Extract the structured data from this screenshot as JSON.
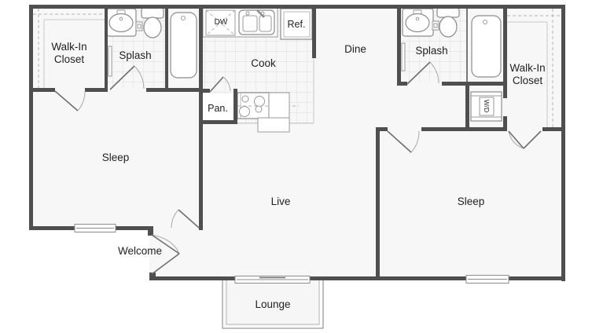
{
  "plan": {
    "type": "apartment-floor-plan",
    "colors": {
      "wall": "#4f4f4f",
      "floor": "#f7f7f7",
      "tile_line": "#dcdcdc",
      "fixture_line": "#8c8c8c",
      "label_text": "#222222",
      "background": "#ffffff"
    },
    "rooms": {
      "walk_in_closet_left": {
        "lines": [
          "Walk-In",
          "Closet"
        ]
      },
      "splash_left": {
        "label": "Splash"
      },
      "cook": {
        "label": "Cook"
      },
      "dine": {
        "label": "Dine"
      },
      "splash_right": {
        "label": "Splash"
      },
      "walk_in_closet_right": {
        "lines": [
          "Walk-In",
          "Closet"
        ]
      },
      "sleep_left": {
        "label": "Sleep"
      },
      "live": {
        "label": "Live"
      },
      "welcome": {
        "label": "Welcome"
      },
      "sleep_right": {
        "label": "Sleep"
      },
      "lounge": {
        "label": "Lounge"
      },
      "pantry": {
        "label": "Pan."
      }
    },
    "appliances": {
      "dishwasher": {
        "label": "DW"
      },
      "refrigerator": {
        "label": "Ref."
      },
      "washer_dryer": {
        "label": "W/D"
      }
    }
  }
}
